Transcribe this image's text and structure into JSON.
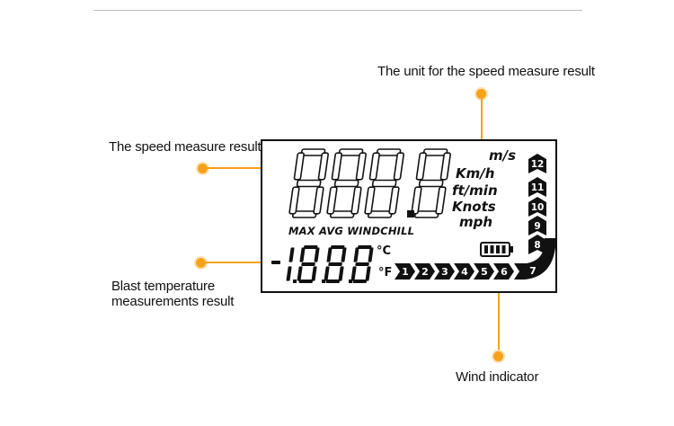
{
  "callouts": {
    "unit_label": "The unit for the speed measure result",
    "speed_label": "The speed measure result",
    "temp_label_line1": "Blast temperature",
    "temp_label_line2": "measurements result",
    "wind_label": "Wind indicator"
  },
  "display": {
    "speed_digits": "888.8",
    "temp_digits": "1.8.8.8",
    "temp_unit_c": "°C",
    "temp_unit_f": "°F",
    "modes": "MAX AVG WINDCHILL",
    "units": [
      "m/s",
      "Km/h",
      "ft/min",
      "Knots",
      "mph"
    ],
    "wind_scale": [
      "1",
      "2",
      "3",
      "4",
      "5",
      "6",
      "7",
      "8",
      "9",
      "10",
      "11",
      "12"
    ]
  },
  "colors": {
    "accent": "#f7a21b",
    "segment": "#111111"
  }
}
